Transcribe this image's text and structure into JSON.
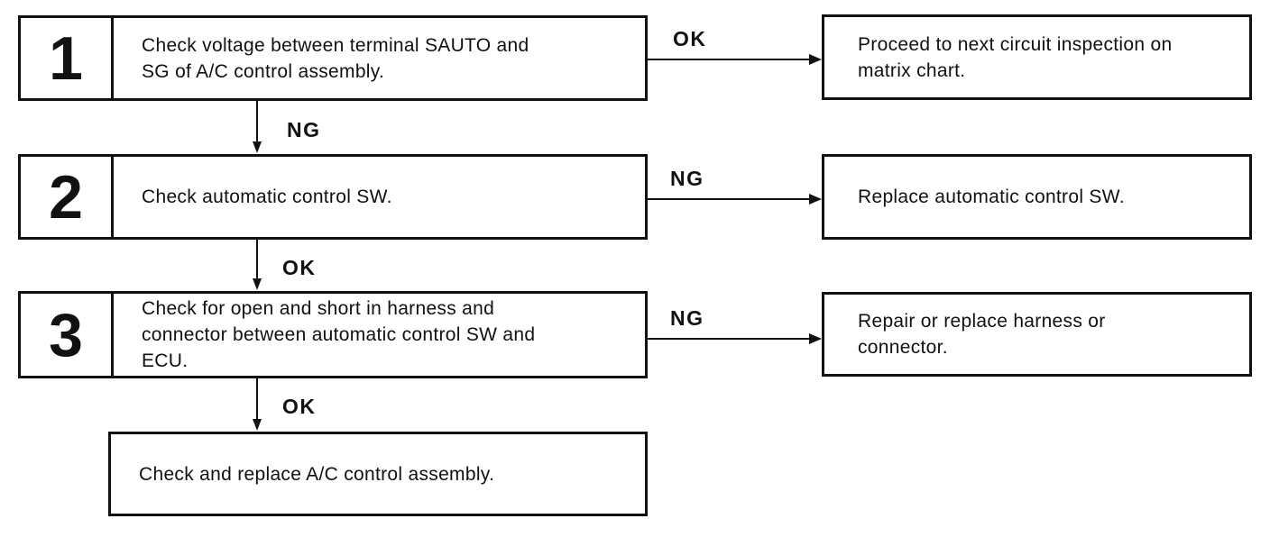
{
  "diagram": {
    "kind": "troubleshooting-flowchart",
    "ink_color": "#111111",
    "background_color": "#ffffff",
    "steps": [
      {
        "number": "1",
        "instruction": "Check voltage between terminal SAUTO and SG of A/C control assembly.",
        "side_branch": {
          "label": "OK",
          "result": "Proceed to next circuit inspection on matrix chart."
        },
        "down_branch": {
          "label": "NG"
        }
      },
      {
        "number": "2",
        "instruction": "Check automatic control SW.",
        "side_branch": {
          "label": "NG",
          "result": "Replace automatic control SW."
        },
        "down_branch": {
          "label": "OK"
        }
      },
      {
        "number": "3",
        "instruction": "Check for open and short in harness and connector between automatic control SW and ECU.",
        "side_branch": {
          "label": "NG",
          "result": "Repair or replace harness or connector."
        },
        "down_branch": {
          "label": "OK"
        }
      }
    ],
    "final_step": {
      "instruction": "Check and replace A/C control assembly."
    }
  }
}
